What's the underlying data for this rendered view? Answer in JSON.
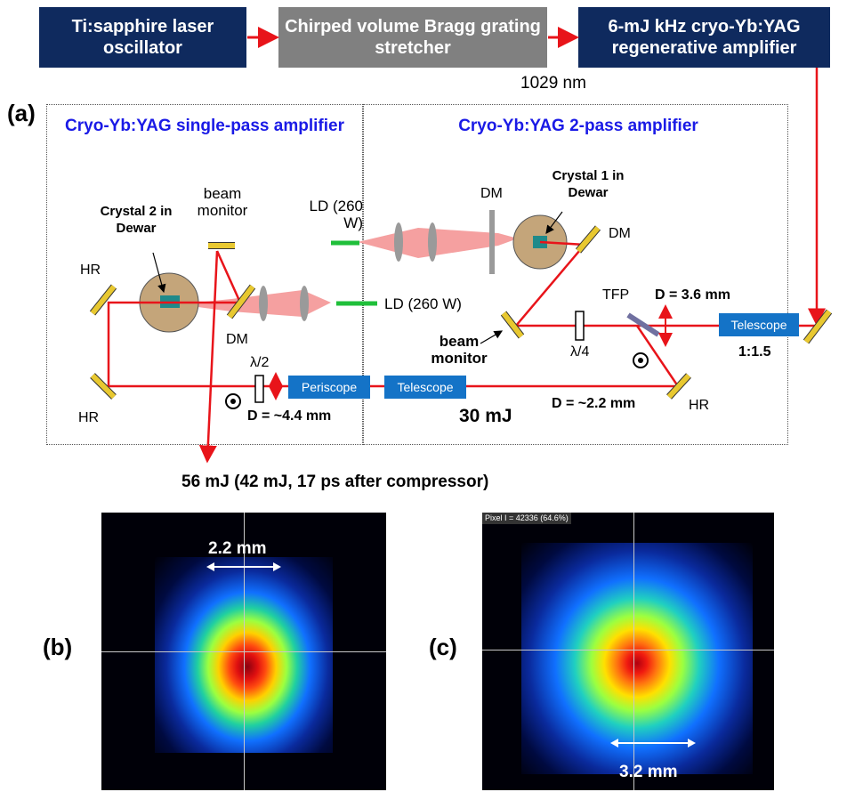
{
  "top_boxes": {
    "oscillator": "Ti:sapphire laser oscillator",
    "stretcher": "Chirped volume Bragg grating stretcher",
    "regen": "6-mJ kHz cryo-Yb:YAG regenerative amplifier"
  },
  "wavelength": "1029 nm",
  "panel_labels": {
    "a": "(a)",
    "b": "(b)",
    "c": "(c)"
  },
  "single_pass": {
    "title": "Cryo-Yb:YAG single-pass amplifier",
    "crystal": "Crystal 2 in Dewar",
    "beam_monitor": "beam monitor",
    "hr_top": "HR",
    "hr_bottom": "HR",
    "dm": "DM",
    "ld": "LD (260 W)",
    "half_wave": "λ/2",
    "periscope": "Periscope",
    "diameter": "D = ~4.4 mm"
  },
  "two_pass": {
    "title": "Cryo-Yb:YAG 2-pass amplifier",
    "crystal": "Crystal 1 in Dewar",
    "dm_top": "DM",
    "dm_right": "DM",
    "ld": "LD (260 W)",
    "tfp": "TFP",
    "d_36": "D = 3.6 mm",
    "telescope_in": "Telescope",
    "telescope_ratio": "1:1.5",
    "beam_monitor": "beam monitor",
    "quarter_wave": "λ/4",
    "telescope_mid": "Telescope",
    "energy": "30 mJ",
    "d_22": "D = ~2.2 mm",
    "hr": "HR"
  },
  "output": "56 mJ (42 mJ, 17 ps after compressor)",
  "beam_b": {
    "scale": "2.2 mm"
  },
  "beam_c": {
    "scale": "3.2 mm",
    "pixel_readout": "Pixel I = 42336 (64.6%)"
  },
  "colors": {
    "box_navy": "#0f2a5e",
    "box_gray": "#808080",
    "beam_red": "#e8141a",
    "pump_pink": "#f5a0a0",
    "title_blue": "#1a1ae6",
    "small_box_blue": "#1473c7",
    "mirror_yellow": "#e8c830",
    "ld_green": "#1fbf3a",
    "dewar_tan": "#c4a57a",
    "crystal_teal": "#1f8a8a"
  }
}
